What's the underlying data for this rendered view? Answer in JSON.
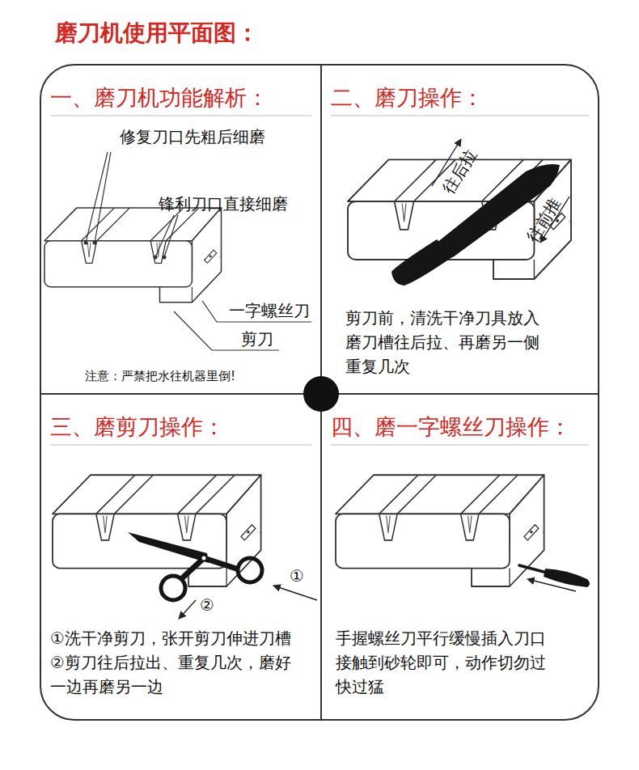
{
  "diagram": {
    "title": "磨刀机使用平面图：",
    "nodes": [
      {
        "text": [
          "一、磨刀机功能解析：",
          "注意：严禁把水往机器里倒!"
        ]
      },
      {
        "text": [
          "二、磨刀操作：",
          "剪刀前，清洗干净刀具放入 磨刀槽往后拉、再磨另一侧 重复几次"
        ]
      },
      {
        "text": [
          "三、磨剪刀操作：",
          "①洗干净剪刀，张开剪刀伸进刀槽",
          "②剪刀往后拉出、重复几次，磨好 一边再磨另一边"
        ]
      },
      {
        "text": [
          "四、磨一字螺丝刀操作：",
          "手握螺丝刀平行缓慢插入刀口 接触到砂轮即可，动作切勿过 快过猛"
        ]
      }
    ],
    "labels": [
      "修复刀口先粗后细磨",
      "锋利刀口直接细磨",
      "一字螺丝刀",
      "剪刀",
      "往后拉",
      "往前推",
      "①",
      "②"
    ]
  }
}
